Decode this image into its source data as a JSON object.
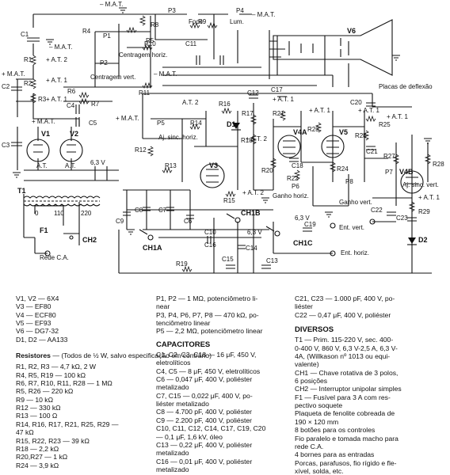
{
  "schematic": {
    "labels": {
      "r1": "R1",
      "r2": "R2",
      "r3": "R3",
      "r4": "R4",
      "r5": "R5",
      "r6": "R6",
      "r7": "R7",
      "r8": "R8",
      "r9": "R9",
      "r10": "R10",
      "r11": "R11",
      "r12": "R12",
      "r13": "R13",
      "r14": "R14",
      "r15": "R15",
      "r16": "R16",
      "r17": "R17",
      "r18": "R18",
      "r19": "R19",
      "r20": "R20",
      "r21": "R21",
      "r22": "R22",
      "r23": "R23",
      "r24": "R24",
      "r25": "R25",
      "r26": "R26",
      "r27": "R27",
      "r28": "R28",
      "r29": "R29",
      "c1": "C1",
      "c2": "C2",
      "c3": "C3",
      "c4": "C4",
      "c5": "C5",
      "c6": "C6",
      "c7": "C7",
      "c8": "C8",
      "c9": "C9",
      "c10": "C10",
      "c11": "C11",
      "c12": "C12",
      "c13": "C13",
      "c14": "C14",
      "c15": "C15",
      "c16": "C16",
      "c17": "C17",
      "c18": "C18",
      "c19": "C19",
      "c20": "C20",
      "c21": "C21",
      "c22": "C22",
      "c23": "C23",
      "p1": "P1",
      "p2": "P2",
      "p3": "P3",
      "p4": "P4",
      "p5": "P5",
      "p6": "P6",
      "p7": "P7",
      "p8": "P8",
      "v1": "V1",
      "v2": "V2",
      "v3": "V3",
      "v4a": "V4A",
      "v4b": "V4B",
      "v5": "V5",
      "v6": "V6",
      "d1": "D1",
      "d2": "D2",
      "t1": "T1",
      "f1": "F1",
      "ch1a": "CH1A",
      "ch1b": "CH1B",
      "ch1c": "CH1C",
      "ch2": "CH2",
      "mat": "– M.A.T.",
      "mat_p4": "– M.A.T.",
      "mat_r4": "– M.A.T.",
      "mat_c2": "+ M.A.T.",
      "mat_r11": "– M.A.T.",
      "mat_v1": "+ M.A.T.",
      "mat_r7": "+ M.A.T.",
      "at2_r1": "+ A.T. 2",
      "at1_r2": "+ A.T. 1",
      "at1_r3": "+ A.T. 1",
      "at2": "A.T. 2",
      "at2_r17": "+ A.T. 2",
      "at2_r15": "+ A.T. 2",
      "at1_r21": "+ A.T. 1",
      "at1_r23": "+ A.T. 1",
      "at1_r25": "+ A.T. 1",
      "at1_r26": "+ A.T. 1",
      "at1_v4b": "+ A.T. 1",
      "foco": "Foco",
      "lum": "Lum.",
      "centragem_horiz": "Centragem horiz.",
      "centragem_vert": "Centragem vert.",
      "placas": "Placas de deflexão",
      "aj_sinc_horiz": "Aj. sinc. horiz.",
      "aj_sinc_vert": "Aj. sinc. vert.",
      "ganho_horiz": "Ganho horiz.",
      "ganho_vert": "Ganho vert.",
      "ent_vert": "Ent. vert.",
      "ent_horiz": "Ent. horiz.",
      "rede": "Rede C.A.",
      "at_v1": "A.T.",
      "at_v2": "A.T.",
      "v63": "6,3 V",
      "v63b": "6,3 V",
      "v63c": "6,3 V",
      "t0": "0",
      "t110": "110",
      "t220": "220"
    }
  },
  "parts": {
    "col1": [
      "V1, V2 — 6X4",
      "V3 — EF80",
      "V4 — ECF80",
      "V5 — EF93",
      "V6 — DG7-32",
      "D1, D2 — AA133"
    ],
    "resistores_title": "Resistores",
    "resistores_note": "— (Todos de ½ W, salvo especificação em contrário)",
    "resistores": [
      "R1, R2, R3 — 4,7 kΩ, 2 W",
      "R4, R5, R19 — 100 kΩ",
      "R6, R7, R10, R11, R28 — 1 MΩ",
      "R5, R26 — 220 kΩ",
      "R9 — 10 kΩ",
      "R12 — 330 kΩ",
      "R13 — 100 Ω",
      "R14, R16, R17, R21, R25, R29 —",
      "47 kΩ",
      "R15, R22, R23 — 39 kΩ",
      "R18 — 2,2 kΩ",
      "R20,R27 — 1 kΩ",
      "R24 — 3,9 kΩ"
    ],
    "pots": [
      "P1, P2 — 1 MΩ, potenciômetro li-",
      "near",
      "P3, P4, P6, P7, P8 — 470 kΩ, po-",
      "tenciômetro linear",
      "P5 — 2,2 MΩ, potenciômetro linear"
    ],
    "capacitores_title": "CAPACITORES",
    "capacitores": [
      "C1, C2, C3, C18 — 16 μF, 450 V,",
      "eletrolíticos",
      "C4, C5 — 8 μF, 450 V, eletrolíticos",
      "C6 — 0,047 μF, 400 V, poliéster",
      "metalizado",
      "C7, C15 — 0,022 μF, 400 V, po-",
      "liéster metalizado",
      "C8 — 4.700 pF, 400 V, poliéster",
      "C9 — 2.200 pF, 400 V, poliéster",
      "C10, C11, C12, C14, C17, C19, C20",
      "— 0,1 μF, 1,6 kV, óleo",
      "C13 — 0,22 μF, 400 V, poliéster",
      "metalizado",
      "C16 — 0,01 μF, 400 V, poliéster",
      "metalizado"
    ],
    "col3_caps": [
      "C21, C23 — 1.000 pF, 400 V, po-",
      "liéster",
      "C22 — 0,47 μF, 400 V, poliéster"
    ],
    "diversos_title": "DIVERSOS",
    "diversos": [
      "T1 — Prim. 115-220 V, sec. 400-",
      "0-400 V, 860 V, 6,3 V-2,5 A, 6,3 V-",
      "4A, (Willkason nº 1013 ou equi-",
      "valente)",
      "CH1 — Chave rotativa de 3 polos,",
      "6 posições",
      "CH2 — Interruptor unipolar simples",
      "F1 — Fusível para 3 A com res-",
      "pectivo soquete",
      "Plaqueta de fenolite cobreada de",
      "190 × 120 mm",
      "8 botões para os controles",
      "Fio paralelo e tomada macho para",
      "rede C.A.",
      "4 bornes para as entradas",
      "Porcas, parafusos, fio rígido e fle-",
      "xível, solda, etc."
    ]
  }
}
